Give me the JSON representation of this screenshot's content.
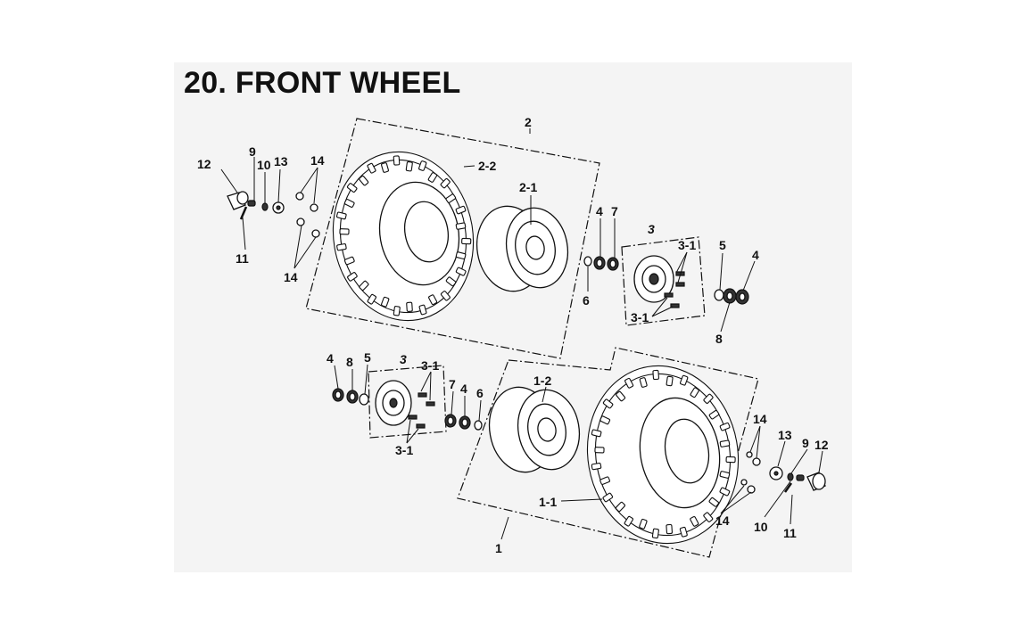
{
  "title": "20. FRONT WHEEL",
  "callouts": {
    "c1": "1",
    "c1_1": "1-1",
    "c1_2": "1-2",
    "c2": "2",
    "c2_1": "2-1",
    "c2_2": "2-2",
    "c3_top": "3",
    "c3_bot": "3",
    "c3_1_a": "3-1",
    "c3_1_b": "3-1",
    "c3_1_c": "3-1",
    "c3_1_d": "3-1",
    "c4_a": "4",
    "c4_b": "4",
    "c4_c": "4",
    "c4_d": "4",
    "c5_a": "5",
    "c5_b": "5",
    "c6_a": "6",
    "c6_b": "6",
    "c7_a": "7",
    "c7_b": "7",
    "c8_a": "8",
    "c8_b": "8",
    "c9_a": "9",
    "c9_b": "9",
    "c10_a": "10",
    "c10_b": "10",
    "c11_a": "11",
    "c11_b": "11",
    "c12_a": "12",
    "c12_b": "12",
    "c13_a": "13",
    "c13_b": "13",
    "c14_a": "14",
    "c14_b": "14",
    "c14_c": "14",
    "c14_d": "14"
  }
}
